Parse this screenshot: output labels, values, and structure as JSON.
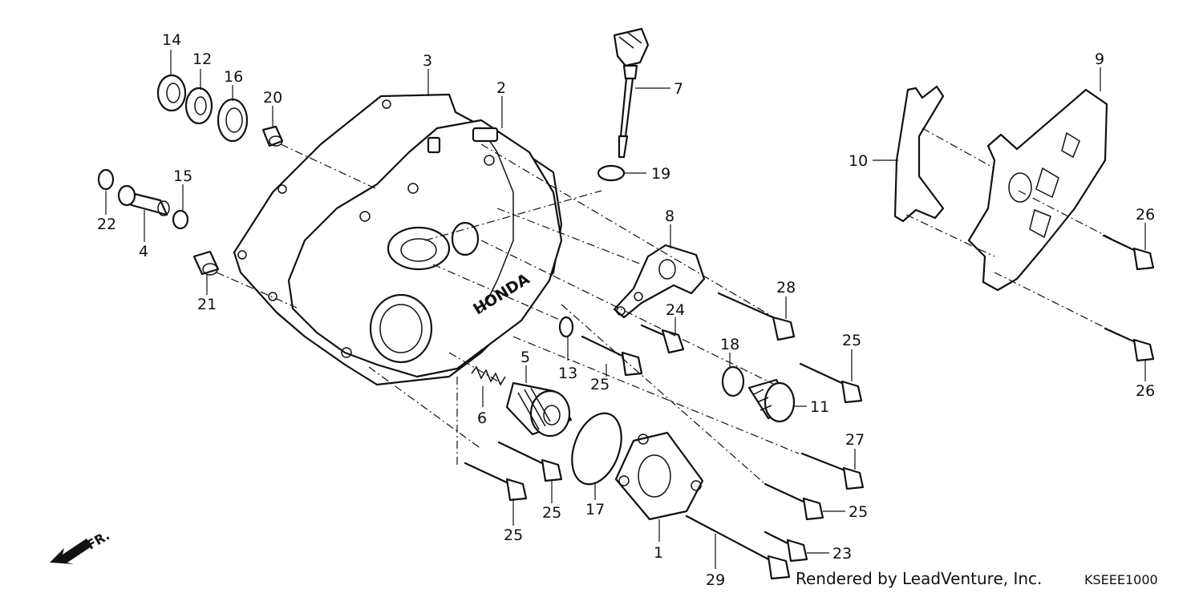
{
  "watermark": "",
  "brand_text": "HONDA",
  "front_marker": "FR.",
  "credit": "Rendered by LeadVenture, Inc.",
  "diagram_code": "KSEEE1000",
  "callouts": [
    "14",
    "12",
    "16",
    "20",
    "3",
    "2",
    "7",
    "19",
    "22",
    "15",
    "4",
    "21",
    "8",
    "24",
    "28",
    "25",
    "9",
    "10",
    "26",
    "26",
    "18",
    "11",
    "13",
    "5",
    "25",
    "6",
    "27",
    "25",
    "17",
    "1",
    "25",
    "25",
    "23",
    "29"
  ]
}
